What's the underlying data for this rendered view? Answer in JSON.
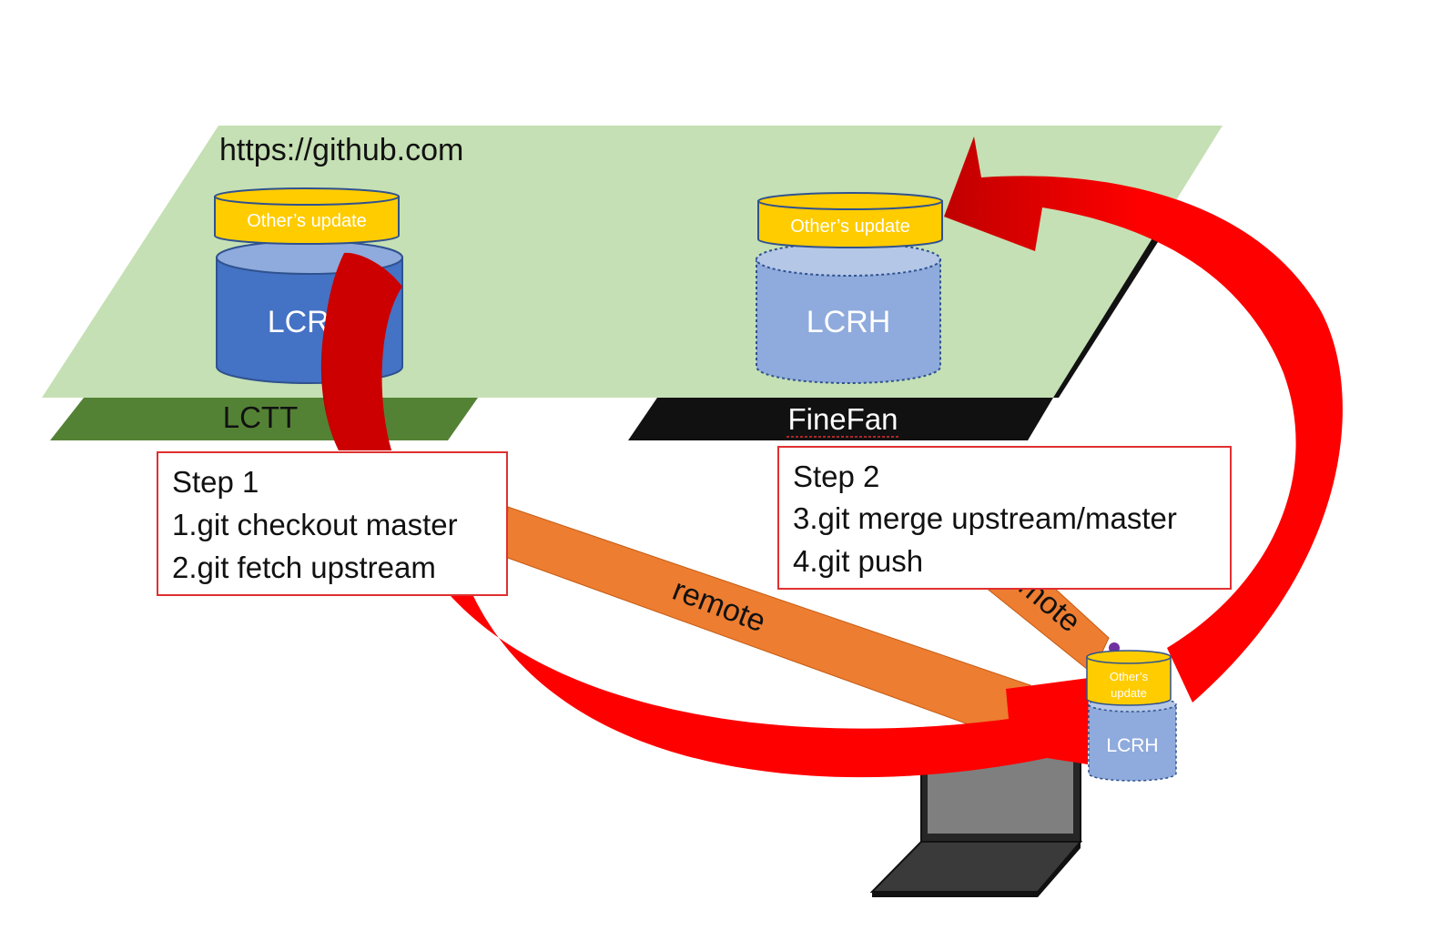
{
  "platform": {
    "url": "https://github.com"
  },
  "owners": {
    "left": "LCTT",
    "right": "FineFan"
  },
  "repos": {
    "upstream": {
      "update_label": "Other’s update",
      "name": "LCRH"
    },
    "fork": {
      "update_label": "Other’s update",
      "name": "LCRH"
    },
    "local": {
      "update_label_line1": "Other’s",
      "update_label_line2": "update",
      "name": "LCRH"
    }
  },
  "links": {
    "upstream_remote": "remote",
    "origin_remote": "mote"
  },
  "steps": [
    {
      "title": "Step 1",
      "lines": [
        "1.git checkout master",
        "2.git fetch upstream"
      ]
    },
    {
      "title": "Step 2",
      "lines": [
        "3.git merge upstream/master",
        "4.git push"
      ]
    }
  ],
  "colors": {
    "platform_fill": "#c5e0b4",
    "lctt_fill": "#548235",
    "finefan_fill": "#111111",
    "update_fill": "#ffcc00",
    "upstream_repo_fill": "#4472c4",
    "fork_repo_fill": "#8faadc",
    "arrow_red": "#ff0000",
    "arrow_dark_red": "#c00000",
    "remote_band": "#ed7d31",
    "step_border": "#e03030"
  }
}
